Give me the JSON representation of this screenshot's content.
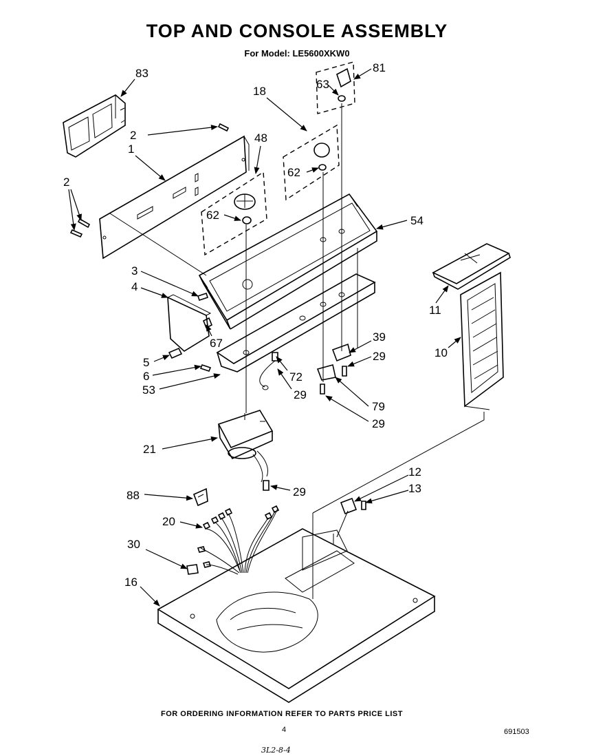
{
  "title": "TOP AND CONSOLE ASSEMBLY",
  "subtitle": "For Model: LE5600XKW0",
  "footer_note": "FOR ORDERING INFORMATION REFER TO PARTS PRICE LIST",
  "page_number": "4",
  "document_number": "691503",
  "handwritten_note": "3L2-8-4",
  "callouts": {
    "c83": "83",
    "c81": "81",
    "c63": "63",
    "c18": "18",
    "c2a": "2",
    "c48": "48",
    "c1": "1",
    "c2b": "2",
    "c62a": "62",
    "c62b": "62",
    "c54": "54",
    "c3": "3",
    "c4": "4",
    "c11": "11",
    "c67": "67",
    "c39": "39",
    "c29a": "29",
    "c10": "10",
    "c5": "5",
    "c72": "72",
    "c6": "6",
    "c29b": "29",
    "c53": "53",
    "c79": "79",
    "c29c": "29",
    "c21": "21",
    "c12": "12",
    "c88": "88",
    "c29d": "29",
    "c13": "13",
    "c20": "20",
    "c30": "30",
    "c16": "16"
  }
}
